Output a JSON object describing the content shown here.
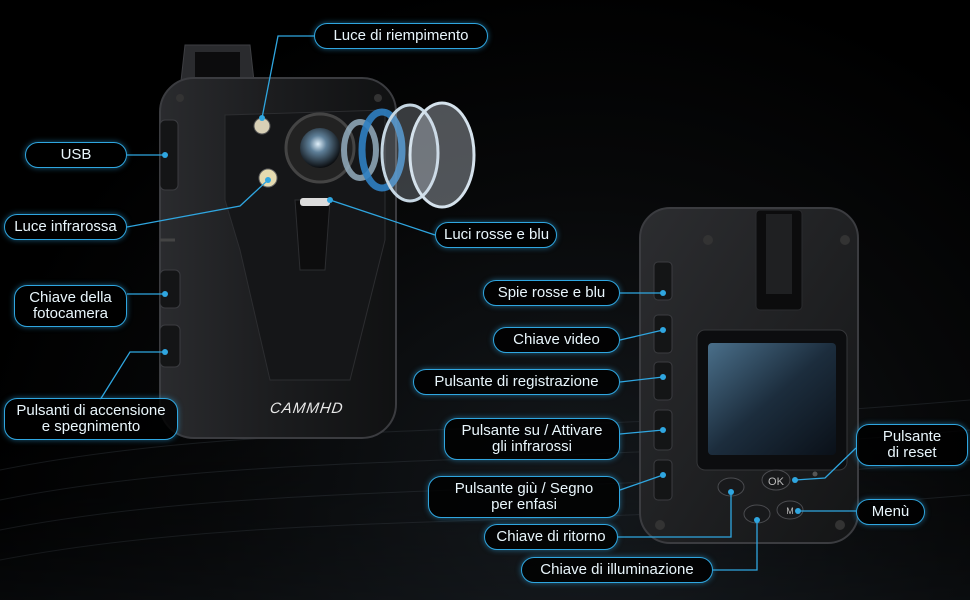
{
  "brand": "CAMMHD",
  "screen_buttons": {
    "ok": "OK",
    "menu": "M"
  },
  "labels": {
    "luce_riempimento": "Luce di riempimento",
    "usb": "USB",
    "luce_infrarossa": "Luce infrarossa",
    "luci_rosse_blu": "Luci rosse e blu",
    "chiave_fotocamera": [
      "Chiave della",
      "fotocamera"
    ],
    "pulsanti_accensione": [
      "Pulsanti di accensione",
      "e spegnimento"
    ],
    "spie_rosse_blu": "Spie rosse e blu",
    "chiave_video": "Chiave video",
    "pulsante_registrazione": "Pulsante di registrazione",
    "pulsante_su": [
      "Pulsante su / Attivare",
      "gli infrarossi"
    ],
    "pulsante_giu": [
      "Pulsante giù / Segno",
      "per enfasi"
    ],
    "pulsante_reset": [
      "Pulsante",
      "di reset"
    ],
    "menu": "Menù",
    "chiave_ritorno": "Chiave di ritorno",
    "chiave_illuminazione": "Chiave di illuminazione"
  },
  "colors": {
    "accent": "#2fa6e0",
    "background": "#000000",
    "device": "#1b1c1e"
  }
}
